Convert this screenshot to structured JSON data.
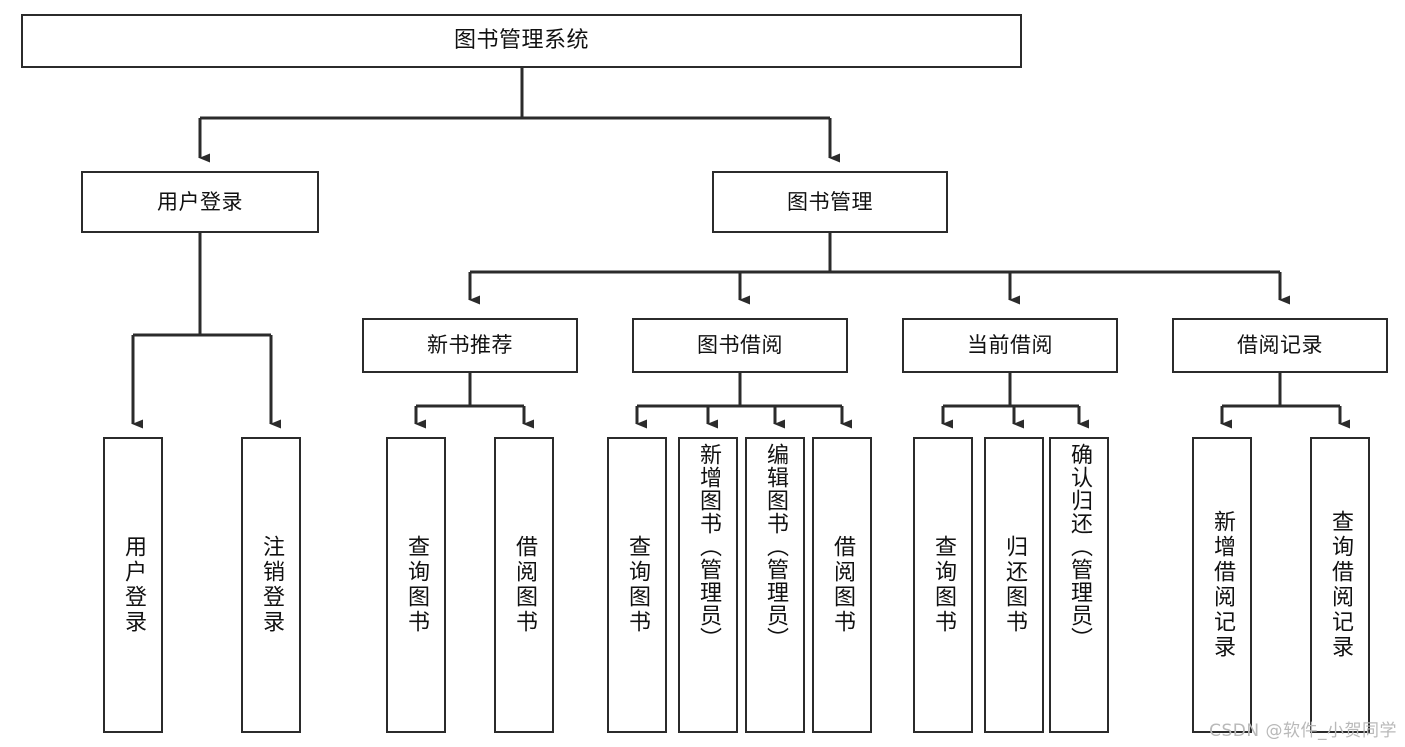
{
  "diagram": {
    "title": "图书管理系统",
    "type": "tree",
    "watermark": "CSDN @软件_小贺同学",
    "stroke_color": "#2b2b2b",
    "background_color": "#ffffff",
    "watermark_color": "#b9b9b9",
    "levels": [
      {
        "level": 1,
        "nodes": [
          {
            "id": "root",
            "label": "图书管理系统"
          }
        ]
      },
      {
        "level": 2,
        "nodes": [
          {
            "id": "login",
            "label": "用户登录",
            "parent": "root"
          },
          {
            "id": "bookmgmt",
            "label": "图书管理",
            "parent": "root"
          }
        ]
      },
      {
        "level": 3,
        "nodes": [
          {
            "id": "newbook",
            "label": "新书推荐",
            "parent": "bookmgmt"
          },
          {
            "id": "borrow",
            "label": "图书借阅",
            "parent": "bookmgmt"
          },
          {
            "id": "current",
            "label": "当前借阅",
            "parent": "bookmgmt"
          },
          {
            "id": "records",
            "label": "借阅记录",
            "parent": "bookmgmt"
          }
        ]
      },
      {
        "level": 4,
        "nodes": [
          {
            "id": "leaf1",
            "label": "用户登录",
            "parent": "login"
          },
          {
            "id": "leaf2",
            "label": "注销登录",
            "parent": "login"
          },
          {
            "id": "leaf3",
            "label": "查询图书",
            "parent": "newbook"
          },
          {
            "id": "leaf4",
            "label": "借阅图书",
            "parent": "newbook"
          },
          {
            "id": "leaf5",
            "label": "查询图书",
            "parent": "borrow"
          },
          {
            "id": "leaf6",
            "label": "新增图书（管理员）",
            "parent": "borrow"
          },
          {
            "id": "leaf7",
            "label": "编辑图书（管理员）",
            "parent": "borrow"
          },
          {
            "id": "leaf8",
            "label": "借阅图书",
            "parent": "borrow"
          },
          {
            "id": "leaf9",
            "label": "查询图书",
            "parent": "current"
          },
          {
            "id": "leaf10",
            "label": "归还图书",
            "parent": "current"
          },
          {
            "id": "leaf11",
            "label": "确认归还（管理员）",
            "parent": "current"
          },
          {
            "id": "leaf12",
            "label": "新增借阅记录",
            "parent": "records"
          },
          {
            "id": "leaf13",
            "label": "查询借阅记录",
            "parent": "records"
          }
        ]
      }
    ]
  }
}
